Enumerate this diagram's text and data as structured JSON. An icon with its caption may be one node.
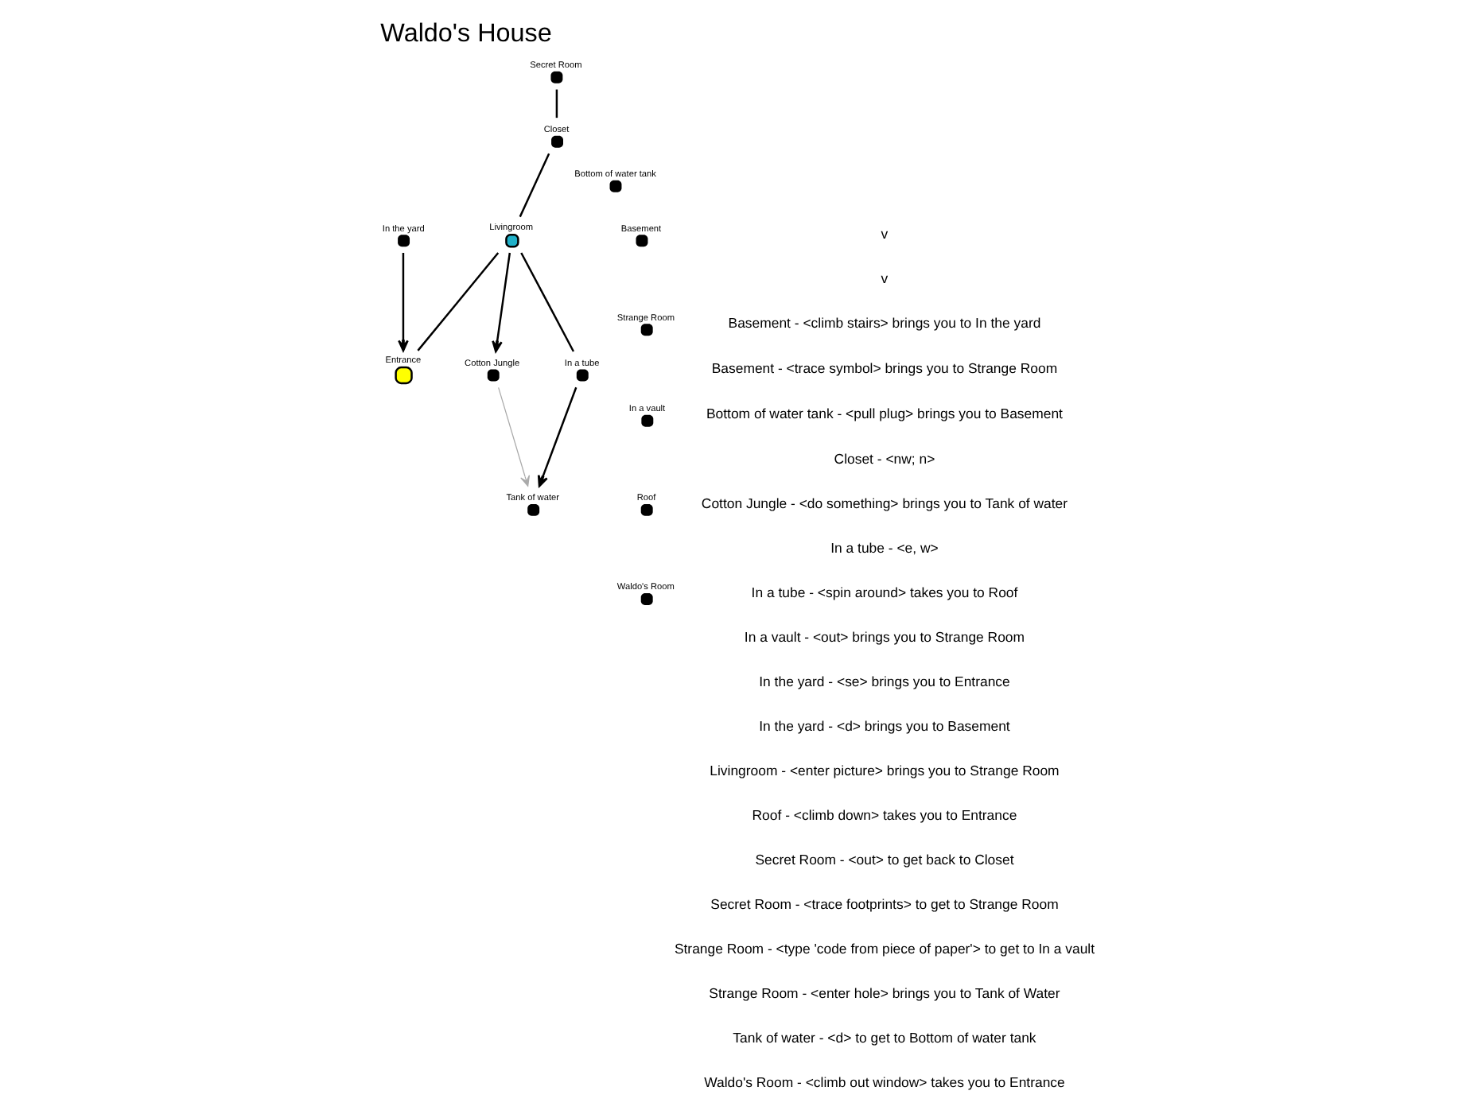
{
  "diagram": {
    "title": "Waldo's House",
    "nodes": [
      {
        "text": [
          "In the yard"
        ]
      },
      {
        "text": [
          "Cotton Jungle"
        ]
      },
      {
        "text": [
          "Entrance"
        ]
      },
      {
        "text": [
          "Tank of water"
        ]
      },
      {
        "text": [
          "In a tube"
        ]
      },
      {
        "text": [
          "Livingroom"
        ]
      },
      {
        "text": [
          "Secret Room"
        ]
      },
      {
        "text": [
          "Bottom of water tank"
        ]
      },
      {
        "text": [
          "Closet"
        ]
      },
      {
        "text": [
          "Basement"
        ]
      },
      {
        "text": [
          "Strange Room"
        ]
      },
      {
        "text": [
          "In a vault"
        ]
      },
      {
        "text": [
          "Roof"
        ]
      },
      {
        "text": [
          "Waldo's Room"
        ]
      }
    ],
    "edges": [
      {
        "from": 0,
        "to": 2,
        "arrow": "to"
      },
      {
        "from": 5,
        "to": 1,
        "arrow": "to"
      },
      {
        "from": 1,
        "to": 3,
        "arrow": "to",
        "color": "#aaaaaa"
      },
      {
        "from": 5,
        "to": 2,
        "arrow": "none"
      },
      {
        "from": 5,
        "to": 4,
        "arrow": "none"
      },
      {
        "from": 4,
        "to": 3,
        "arrow": "to"
      },
      {
        "from": 8,
        "to": 5,
        "arrow": "none"
      },
      {
        "from": 6,
        "to": 8,
        "arrow": "none"
      }
    ],
    "labels": [
      "v",
      "v",
      "Basement - <climb stairs> brings you to In the yard",
      "Basement - <trace symbol> brings you to Strange Room",
      "Bottom of water tank - <pull plug> brings you to Basement",
      "Closet - <nw; n>",
      "Cotton Jungle - <do something> brings you to Tank of water",
      "In a tube - <e, w>",
      "In a tube - <spin around> takes you to Roof",
      "In a vault - <out> brings you to Strange Room",
      "In the yard - <se> brings you to Entrance",
      "In the yard - <d> brings you to Basement",
      "Livingroom - <enter picture> brings you to Strange Room",
      "Roof - <climb down> takes you to Entrance",
      "Secret Room - <out> to get back to Closet",
      "Secret Room - <trace footprints> to get to Strange Room",
      "Strange Room - <type 'code from piece of paper'> to get to In a vault",
      "Strange Room - <enter hole> brings you to Tank of Water",
      "Tank of water - <d> to get to Bottom of water tank",
      "Waldo's Room - <climb out window> takes you to Entrance"
    ]
  }
}
